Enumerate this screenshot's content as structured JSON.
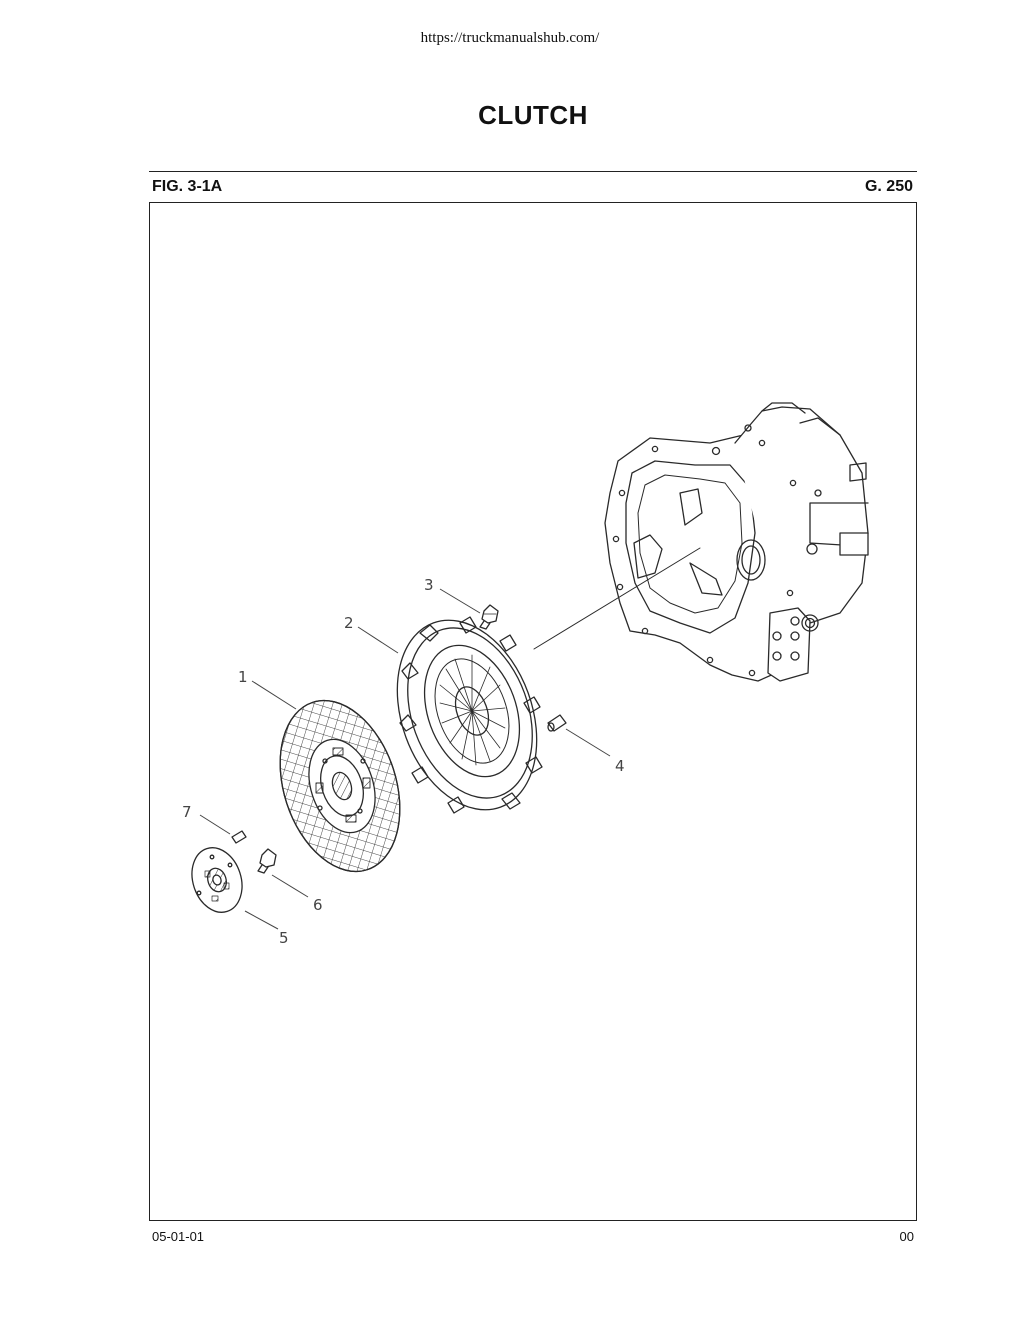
{
  "header": {
    "url": "https://truckmanualshub.com/",
    "title": "CLUTCH"
  },
  "figure": {
    "label": "FIG. 3-1A",
    "group": "G. 250",
    "callouts": [
      "1",
      "2",
      "3",
      "4",
      "5",
      "6",
      "7"
    ]
  },
  "footer": {
    "code": "05-01-01",
    "revision": "00"
  }
}
